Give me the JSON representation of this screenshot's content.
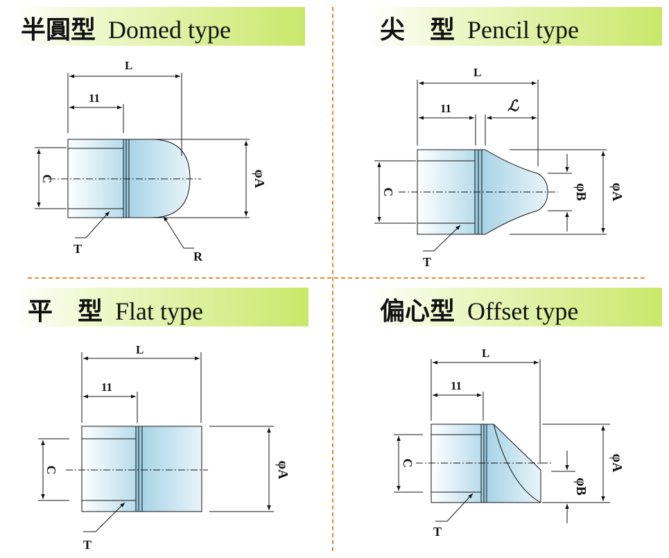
{
  "panels": {
    "domed": {
      "zh": "半圓型",
      "en": "Domed type"
    },
    "pencil": {
      "zh": "尖　型",
      "en": "Pencil type"
    },
    "flat": {
      "zh": "平　型",
      "en": "Flat type"
    },
    "offset": {
      "zh": "偏心型",
      "en": "Offset type"
    }
  },
  "labels": {
    "L": "L",
    "eleven": "11",
    "C": "C",
    "T": "T",
    "R": "R",
    "phiA": "φA",
    "phiB": "φB",
    "script_l": "ℒ"
  },
  "colors": {
    "banner_green": "#c8e86a",
    "divider_orange": "#e8862a",
    "body_fill": "#cfe8f2"
  }
}
